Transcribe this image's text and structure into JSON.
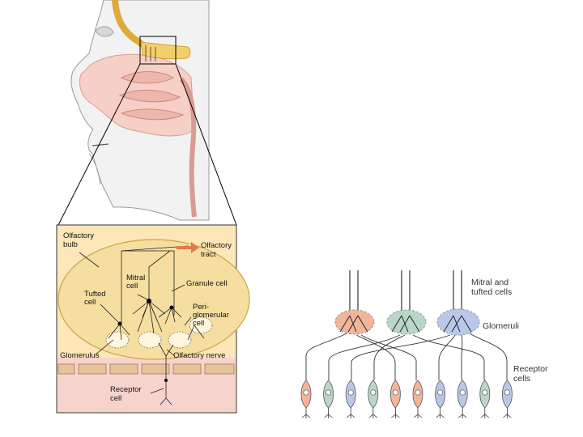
{
  "left_figure": {
    "labels": {
      "olfactory_bulb": [
        "Olfactory",
        "bulb"
      ],
      "olfactory_tract": [
        "Olfactory",
        "tract"
      ],
      "mitral_cell": [
        "Mitral",
        "cell"
      ],
      "granule_cell": "Granule cell",
      "tufted_cell": [
        "Tufted",
        "cell"
      ],
      "periglomerular_cell": [
        "Peri-",
        "glomerular",
        "cell"
      ],
      "glomerulus": "Glomerulus",
      "olfactory_nerve": "Olfactory nerve",
      "receptor_cell": [
        "Receptor",
        "cell"
      ]
    }
  },
  "right_figure": {
    "labels": {
      "mitral_tufted": [
        "Mitral and",
        "tufted cells"
      ],
      "glomeruli": "Glomeruli",
      "receptor_cells": [
        "Receptor",
        "cells"
      ]
    },
    "colors": {
      "red": "#f2b59a",
      "green": "#b9d6c6",
      "blue": "#b9c8ea"
    },
    "receptor_sequence": [
      "red",
      "green",
      "blue",
      "green",
      "red",
      "red",
      "blue",
      "blue",
      "green",
      "blue"
    ]
  }
}
